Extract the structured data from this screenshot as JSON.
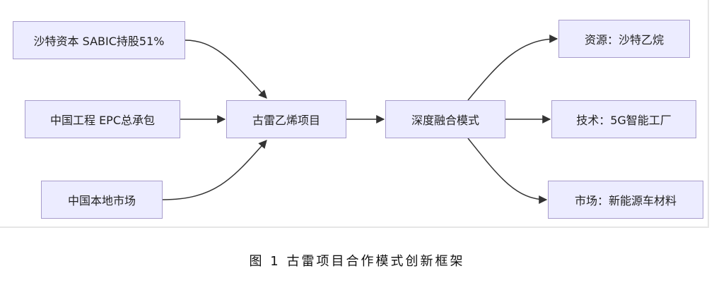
{
  "diagram": {
    "nodes": {
      "sabic": "沙特资本 SABIC持股51%",
      "epc": "中国工程 EPC总承包",
      "local_market": "中国本地市场",
      "gulei": "古雷乙烯项目",
      "fusion": "深度融合模式",
      "resource": "资源：沙特乙烷",
      "tech": "技术：5G智能工厂",
      "market": "市场：新能源车材料"
    },
    "edges": [
      {
        "from": "sabic",
        "to": "gulei"
      },
      {
        "from": "epc",
        "to": "gulei"
      },
      {
        "from": "local_market",
        "to": "gulei"
      },
      {
        "from": "gulei",
        "to": "fusion"
      },
      {
        "from": "fusion",
        "to": "resource"
      },
      {
        "from": "fusion",
        "to": "tech"
      },
      {
        "from": "fusion",
        "to": "market"
      }
    ],
    "colors": {
      "node_fill": "#ECECFF",
      "node_stroke": "#a79ccc",
      "edge": "#333333"
    }
  },
  "caption": "图 1 古雷项目合作模式创新框架"
}
